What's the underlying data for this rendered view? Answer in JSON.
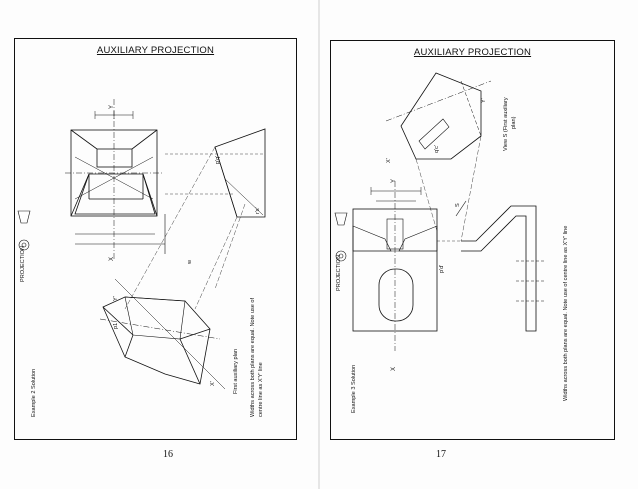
{
  "left_page": {
    "title": "AUXILIARY PROJECTION",
    "side_label": "PROJECTION",
    "example_label": "Example 2  Solution",
    "aux_plan_label": "First auxiliary plan",
    "note_line1": "Widths across both plans are equal. Note use of",
    "note_line2": "centre line as X'Y' line",
    "page_number": "16",
    "labels": {
      "x": "X",
      "y": "Y",
      "x1": "X'",
      "y1": "Y'",
      "pq": "p'q'",
      "rs": "r's'",
      "p1": "p1",
      "w": "w"
    }
  },
  "right_page": {
    "title": "AUXILIARY PROJECTION",
    "side_label": "PROJECTION",
    "example_label": "Example 3  Solution",
    "view_label_1": "View S (First auxiliary",
    "view_label_2": "plan)",
    "note": "Widths across both plans are equal. Note use of centre line as X'Y' line",
    "page_number": "17",
    "labels": {
      "x": "X",
      "y": "Y",
      "x1": "X'",
      "y1": "Y'",
      "s": "S",
      "pd": "p'd'",
      "qc": "q'c'"
    }
  }
}
